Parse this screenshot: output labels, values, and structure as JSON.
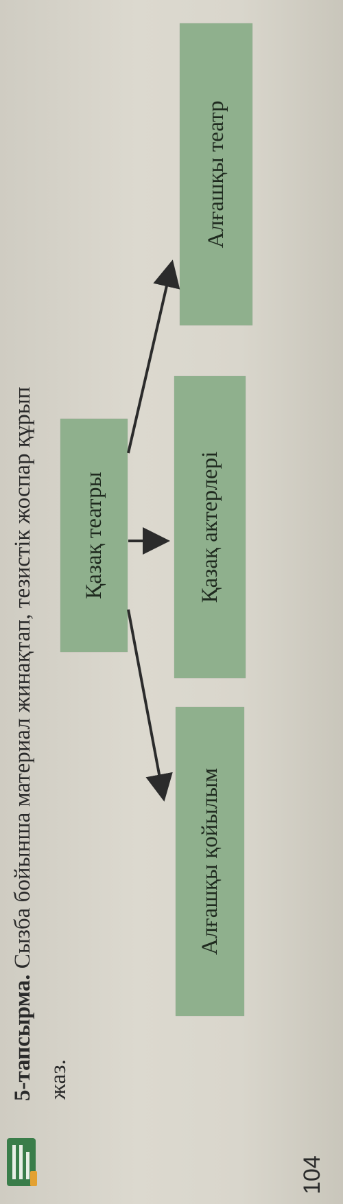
{
  "task": {
    "number_label": "5-тапсырма.",
    "text_line1": "Сызба бойынша материал жинақтап, тезистік жоспар құрып",
    "text_line2": "жаз."
  },
  "diagram": {
    "center": "Қазақ театры",
    "left": "Алғашқы қойылым",
    "middle": "Қазақ актерлері",
    "right": "Алғашқы театр"
  },
  "page_number": "104",
  "colors": {
    "box": "#8fb08d",
    "arrow": "#2b2b2b",
    "icon": "#3a7d4a"
  }
}
